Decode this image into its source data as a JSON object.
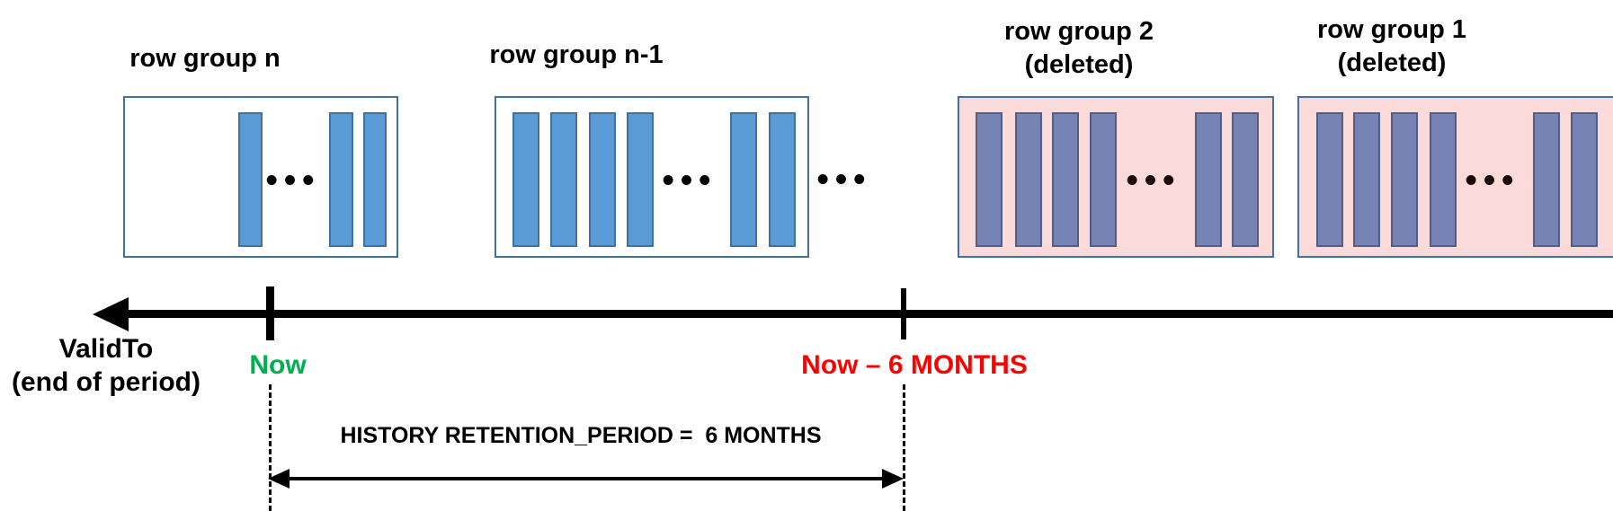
{
  "colors": {
    "box_border_blue": "#41719C",
    "active_bar_fill": "#5B9BD5",
    "active_bar_border": "#41719C",
    "deleted_box_fill": "#FBDADA",
    "deleted_bar_fill": "#7584B4",
    "deleted_bar_border": "#565D84",
    "now_green": "#00B050",
    "cutoff_red": "#FF0000",
    "ink": "#000000"
  },
  "ellipsis": "•••",
  "row_groups": [
    {
      "label": "row group n",
      "sublabel": "",
      "state": "active"
    },
    {
      "label": "row group n-1",
      "sublabel": "",
      "state": "active"
    },
    {
      "label": "row group 2",
      "sublabel": "(deleted)",
      "state": "deleted"
    },
    {
      "label": "row group 1",
      "sublabel": "(deleted)",
      "state": "deleted"
    }
  ],
  "timeline": {
    "axis_label_line1": "ValidTo",
    "axis_label_line2": "(end of period)",
    "now_label": "Now",
    "cutoff_label": "Now – 6 MONTHS",
    "retention_label": "HISTORY RETENTION_PERIOD =  6 MONTHS"
  }
}
